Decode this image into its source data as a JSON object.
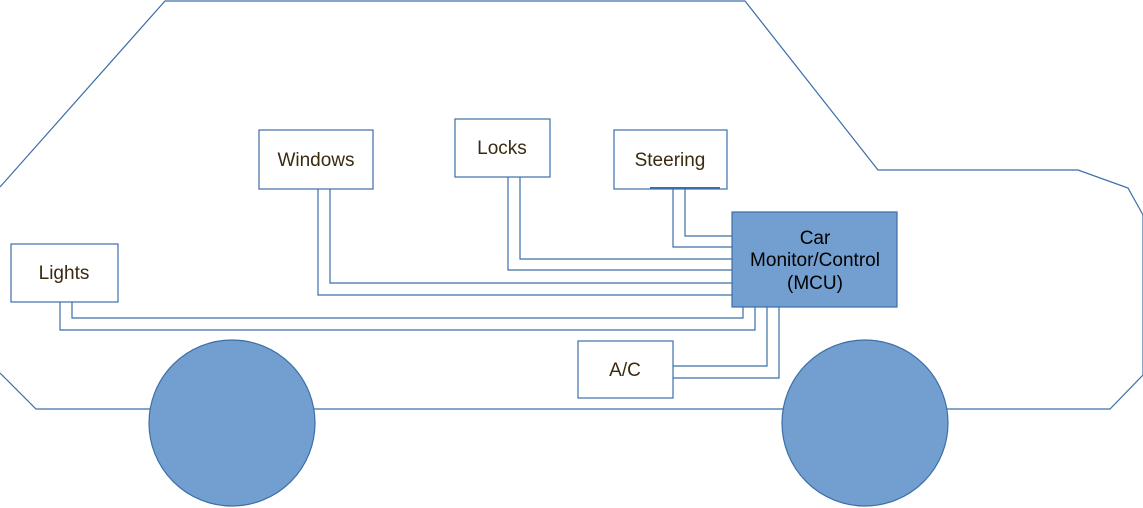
{
  "components": {
    "windows": "Windows",
    "locks": "Locks",
    "steering": "Steering",
    "lights": "Lights",
    "ac": "A/C"
  },
  "mcu": {
    "lines": [
      "Car",
      "Monitor/Control",
      "(MCU)"
    ]
  },
  "colors": {
    "outline": "#3b6fa8",
    "fill": "#729fcf",
    "text": "#3a2a10"
  }
}
